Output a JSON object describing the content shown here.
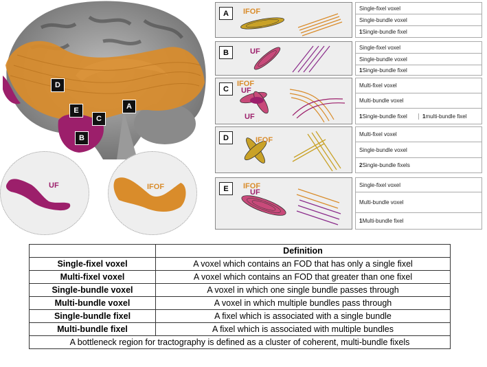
{
  "brain": {
    "markers": [
      "D",
      "E",
      "C",
      "A",
      "B"
    ],
    "zoom_left_label": "UF",
    "zoom_right_label": "IFOF"
  },
  "panels": [
    {
      "letter": "A",
      "tract_labels": [
        "IFOF"
      ],
      "rows": [
        [
          "Single-fixel voxel"
        ],
        [
          "Single-bundle voxel"
        ],
        [
          "1 Single-bundle fixel"
        ]
      ]
    },
    {
      "letter": "B",
      "tract_labels": [
        "UF"
      ],
      "rows": [
        [
          "Single-fixel voxel"
        ],
        [
          "Single-bundle voxel"
        ],
        [
          "1 Single-bundle fixel"
        ]
      ]
    },
    {
      "letter": "C",
      "tract_labels": [
        "IFOF",
        "UF",
        "UF"
      ],
      "rows": [
        [
          "Multi-fixel voxel"
        ],
        [
          "Multi-bundle voxel"
        ],
        [
          "1 Single-bundle fixel",
          "1 multi-bundle fixel"
        ]
      ]
    },
    {
      "letter": "D",
      "tract_labels": [
        "IFOF"
      ],
      "rows": [
        [
          "Multi-fixel voxel"
        ],
        [
          "Single-bundle voxel"
        ],
        [
          "2 Single-bundle fixels"
        ]
      ]
    },
    {
      "letter": "E",
      "tract_labels": [
        "IFOF",
        "UF"
      ],
      "rows": [
        [
          "Single-fixel voxel"
        ],
        [
          "Multi-bundle voxel"
        ],
        [
          "1 Multi-bundle fixel"
        ]
      ]
    }
  ],
  "definition_table": {
    "header": [
      "",
      "Definition"
    ],
    "rows": [
      {
        "term": "Single-fixel voxel",
        "definition": "A voxel which contains an FOD that has only a single fixel"
      },
      {
        "term": "Multi-fixel voxel",
        "definition": "A voxel which contains an FOD that greater than one fixel"
      },
      {
        "term": "Single-bundle voxel",
        "definition": "A voxel in which one single bundle passes through"
      },
      {
        "term": "Multi-bundle voxel",
        "definition": "A voxel in which multiple bundles pass through"
      },
      {
        "term": "Single-bundle fixel",
        "definition": "A fixel which is associated with a single bundle"
      },
      {
        "term": "Multi-bundle fixel",
        "definition": "A fixel which is associated with multiple bundles"
      }
    ],
    "footer": "A bottleneck region for tractography is defined as a cluster of coherent, multi-bundle fixels"
  },
  "colors": {
    "ifof": "#d98c2b",
    "uf": "#9c1f6b",
    "panel_bg": "#eeeeee"
  }
}
